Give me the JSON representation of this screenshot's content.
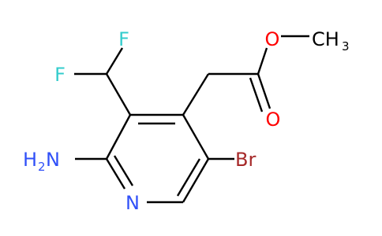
{
  "molecule": {
    "atoms": {
      "F1": "F",
      "F2": "F",
      "O_ether": "O",
      "O_carbonyl": "O",
      "methyl": "CH",
      "methyl_sub": "3",
      "amine_h": "H",
      "amine_h_sub": "2",
      "amine_n": "N",
      "ring_n": "N",
      "bromine": "Br"
    },
    "colors": {
      "bond": "#000000",
      "fluorine": "#33cccc",
      "oxygen": "#ff0000",
      "nitrogen": "#3050f8",
      "bromine": "#a62929",
      "carbon": "#000000"
    }
  }
}
